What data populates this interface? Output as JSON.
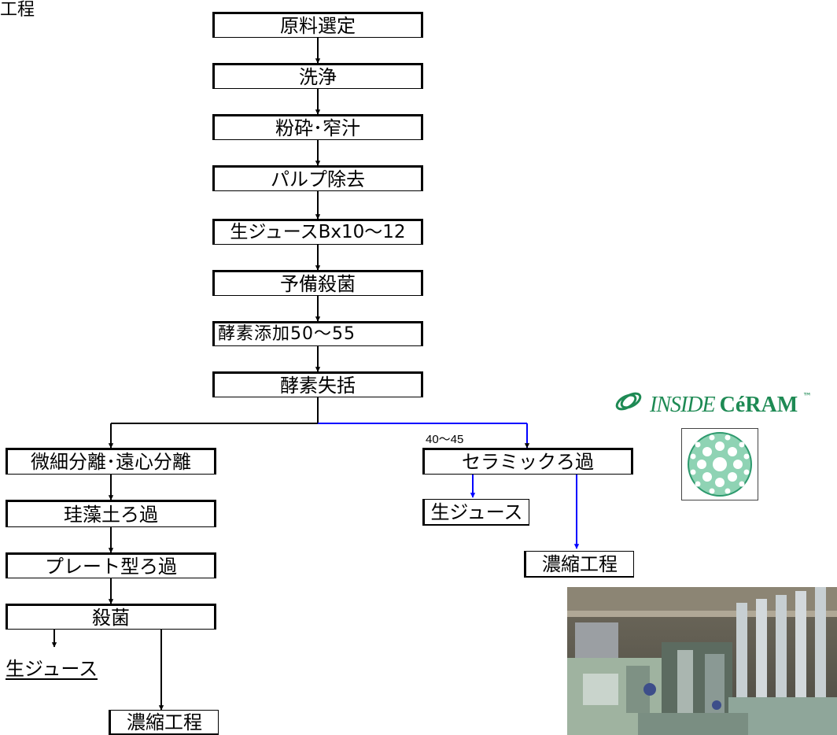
{
  "title_fragment": "工程",
  "main_steps": [
    "原料選定",
    "洗浄",
    "粉砕･窄汁",
    "パルプ除去",
    "生ジュースBx10～12",
    "予備殺菌",
    "酵素添加50～55",
    "酵素失括"
  ],
  "left_branch": {
    "steps": [
      "微細分離･遠心分離",
      "珪藻土ろ過",
      "プレート型ろ過",
      "殺菌"
    ],
    "output_raw": "生ジュース",
    "output_concentrate": "濃縮工程"
  },
  "right_branch": {
    "temperature": "40～45",
    "step": "セラミックろ過",
    "output_raw": "生ジュース",
    "output_concentrate": "濃縮工程"
  },
  "logo": {
    "inside": "INSIDE",
    "ceram": "CéRAM",
    "tm": "™"
  },
  "colors": {
    "main_arrow": "#000000",
    "ceramic_arrow": "#0000ff",
    "logo_green": "#1e8a54"
  }
}
